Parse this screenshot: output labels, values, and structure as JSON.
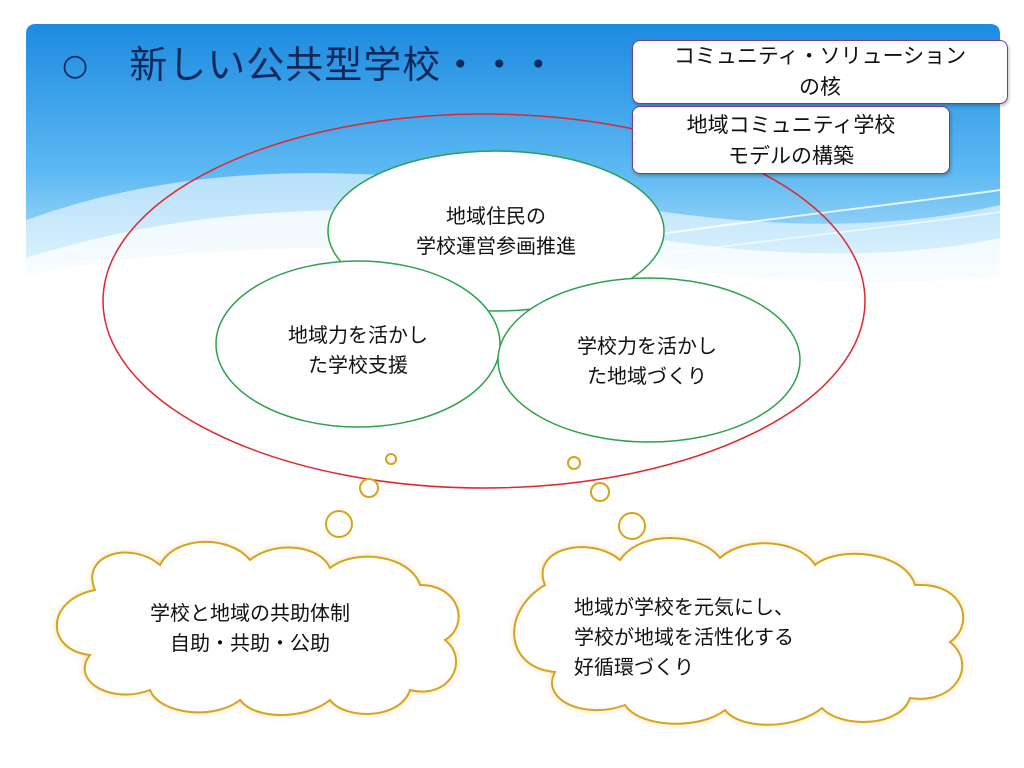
{
  "title": {
    "bullet": "○",
    "text": "新しい公共型学校・・・"
  },
  "callouts": [
    {
      "lines": [
        "コミュニティ・ソリューション",
        "の核"
      ]
    },
    {
      "lines": [
        "地域コミュニティ学校",
        "モデルの構築"
      ]
    }
  ],
  "circles": [
    {
      "lines": [
        "地域住民の",
        "学校運営参画推進"
      ]
    },
    {
      "lines": [
        "地域力を活かし",
        "た学校支援"
      ]
    },
    {
      "lines": [
        "学校力を活かし",
        "た地域づくり"
      ]
    }
  ],
  "clouds": [
    {
      "lines": [
        "学校と地域の共助体制",
        "自助・共助・公助"
      ]
    },
    {
      "lines": [
        "地域が学校を元気にし、",
        "学校が地域を活性化する",
        "好循環づくり"
      ]
    }
  ],
  "colors": {
    "header_sky_top": "#1e8fe0",
    "header_sky_bottom": "#b9e6fb",
    "title_text": "#0f2a5a",
    "outer_ellipse": "#e0262d",
    "inner_circles": "#2ca24a",
    "callout_border": "#7a3b8e",
    "cloud_border": "#d9a21b"
  }
}
